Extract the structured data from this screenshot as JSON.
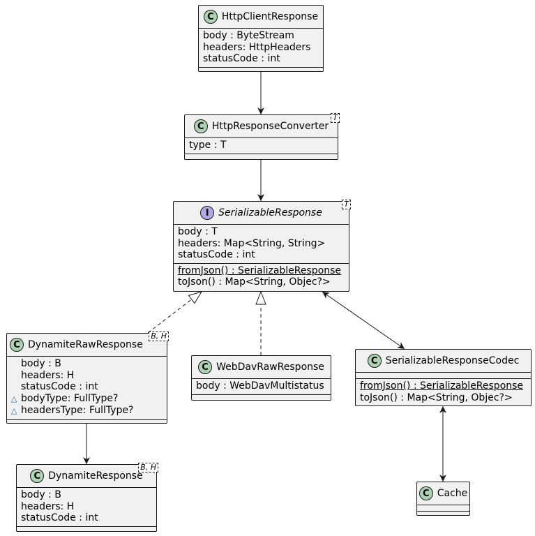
{
  "classes": {
    "http_client_response": {
      "name": "HttpClientResponse",
      "stereotype": "C",
      "fields": [
        "body : ByteStream",
        "headers: HttpHeaders",
        "statusCode : int"
      ]
    },
    "http_response_converter": {
      "name": "HttpResponseConverter",
      "stereotype": "C",
      "type_params": "T",
      "fields": [
        "type : T"
      ]
    },
    "serializable_response": {
      "name": "SerializableResponse",
      "stereotype": "I",
      "type_params": "T",
      "fields": [
        "body : T",
        "headers: Map<String, String>",
        "statusCode : int"
      ],
      "methods": [
        "fromJson() : SerializableResponse",
        "toJson() : Map<String, Objec?>"
      ]
    },
    "dynamite_raw_response": {
      "name": "DynamiteRawResponse",
      "stereotype": "C",
      "type_params": "B, H",
      "fields": [
        "body : B",
        "headers: H",
        "statusCode : int",
        "bodyType: FullType?",
        "headersType: FullType?"
      ],
      "visibility_symbol": "△"
    },
    "webdav_raw_response": {
      "name": "WebDavRawResponse",
      "stereotype": "C",
      "fields": [
        "body : WebDavMultistatus"
      ]
    },
    "serializable_response_codec": {
      "name": "SerializableResponseCodec",
      "stereotype": "C",
      "methods": [
        "fromJson() : SerializableResponse",
        "toJson() : Map<String, Objec?>"
      ]
    },
    "dynamite_response": {
      "name": "DynamiteResponse",
      "stereotype": "C",
      "type_params": "B, H",
      "fields": [
        "body : B",
        "headers: H",
        "statusCode : int"
      ]
    },
    "cache": {
      "name": "Cache",
      "stereotype": "C"
    }
  },
  "relations": [
    {
      "from": "HttpClientResponse",
      "to": "HttpResponseConverter",
      "kind": "association"
    },
    {
      "from": "HttpResponseConverter",
      "to": "SerializableResponse",
      "kind": "association"
    },
    {
      "from": "DynamiteRawResponse",
      "to": "SerializableResponse",
      "kind": "realization"
    },
    {
      "from": "WebDavRawResponse",
      "to": "SerializableResponse",
      "kind": "realization"
    },
    {
      "from": "SerializableResponse",
      "to": "SerializableResponseCodec",
      "kind": "bidirectional"
    },
    {
      "from": "DynamiteRawResponse",
      "to": "DynamiteResponse",
      "kind": "association"
    },
    {
      "from": "SerializableResponseCodec",
      "to": "Cache",
      "kind": "bidirectional"
    }
  ],
  "colors": {
    "class_fill": "#f1f1f1",
    "border": "#181818",
    "class_stereotype": "#add1b2",
    "interface_stereotype": "#b4a7e5",
    "visibility": "#1963a0"
  }
}
